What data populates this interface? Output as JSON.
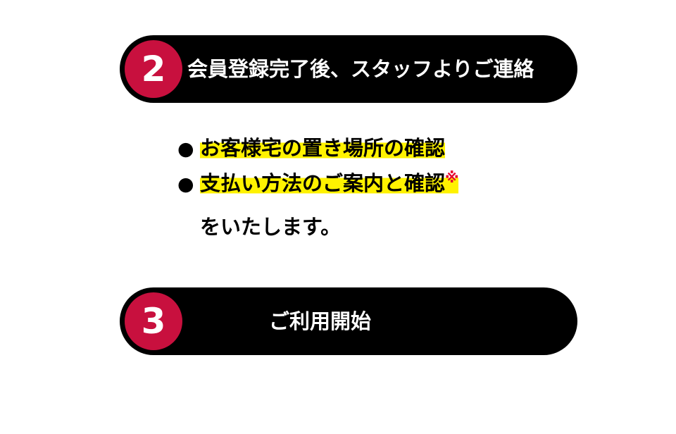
{
  "steps": [
    {
      "number": "2",
      "title": "会員登録完了後、スタッフよりご連絡"
    },
    {
      "number": "3",
      "title": "ご利用開始"
    }
  ],
  "details": {
    "bullet": "●",
    "line1": "お客様宅の置き場所の確認",
    "line2": "支払い方法のご案内と確認",
    "note_mark": "※",
    "line3": "をいたします。"
  },
  "colors": {
    "pill": "#000000",
    "badge": "#c8103e",
    "highlight": "#fff200",
    "note_mark": "#e6002d"
  }
}
